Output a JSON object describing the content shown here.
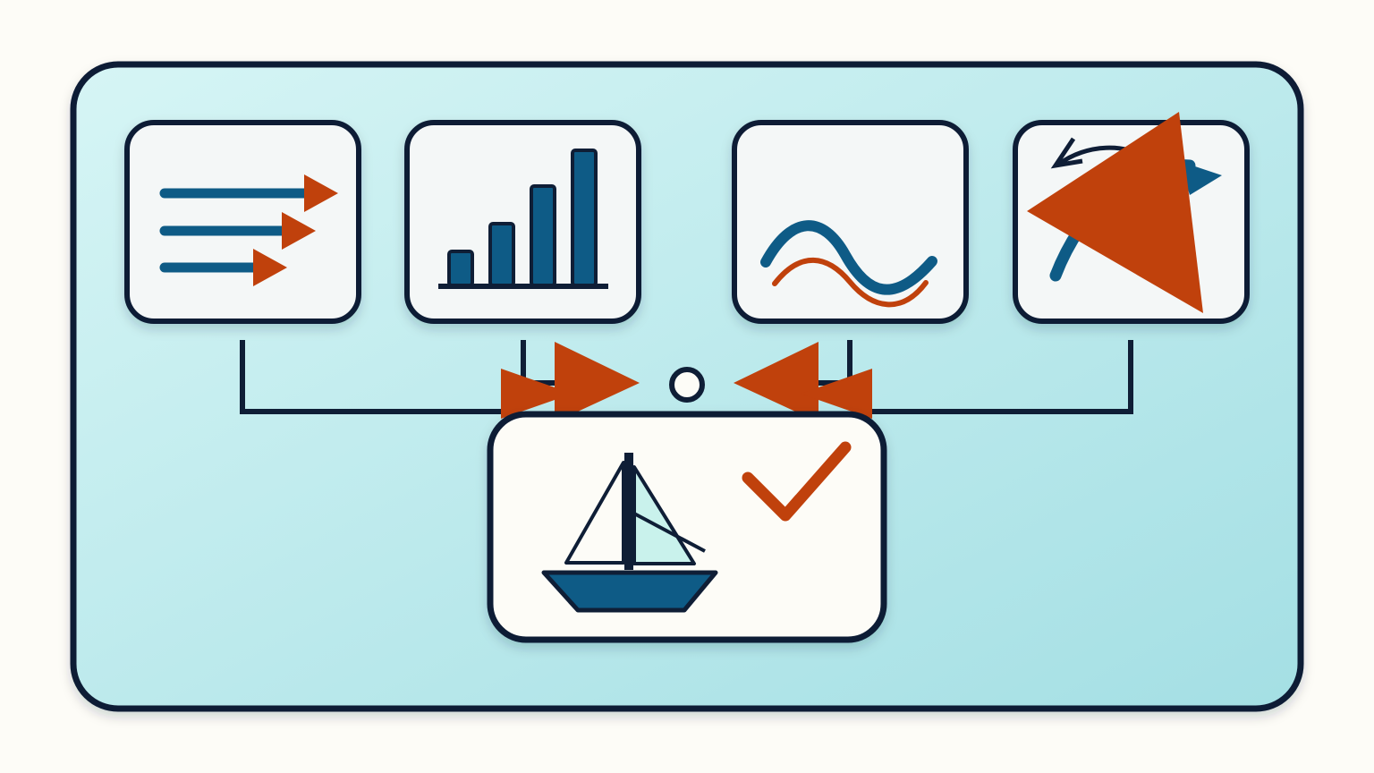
{
  "colors": {
    "page_background": "#fdfcf7",
    "panel_gradient_start": "#d6f5f5",
    "panel_gradient_end": "#a4dfe4",
    "outline": "#0f1e36",
    "card_fill": "#f4f7f7",
    "primary_blue": "#0e5b86",
    "accent_orange": "#c0410c",
    "sail_tint": "#c9f2ec",
    "connector": "#0f1e36"
  },
  "diagram": {
    "panel": "main-container-panel",
    "input_cards": [
      {
        "name": "card-list-arrows",
        "icon": "list-arrows-icon"
      },
      {
        "name": "card-bar-chart",
        "icon": "bar-chart-icon"
      },
      {
        "name": "card-wave-lines",
        "icon": "wave-lines-icon"
      },
      {
        "name": "card-rotate-arrow",
        "icon": "rotate-arrow-icon"
      }
    ],
    "merge_node": "merge-node-icon",
    "output_card": {
      "name": "card-output",
      "icons": [
        "sailboat-icon",
        "checkmark-icon"
      ]
    }
  }
}
